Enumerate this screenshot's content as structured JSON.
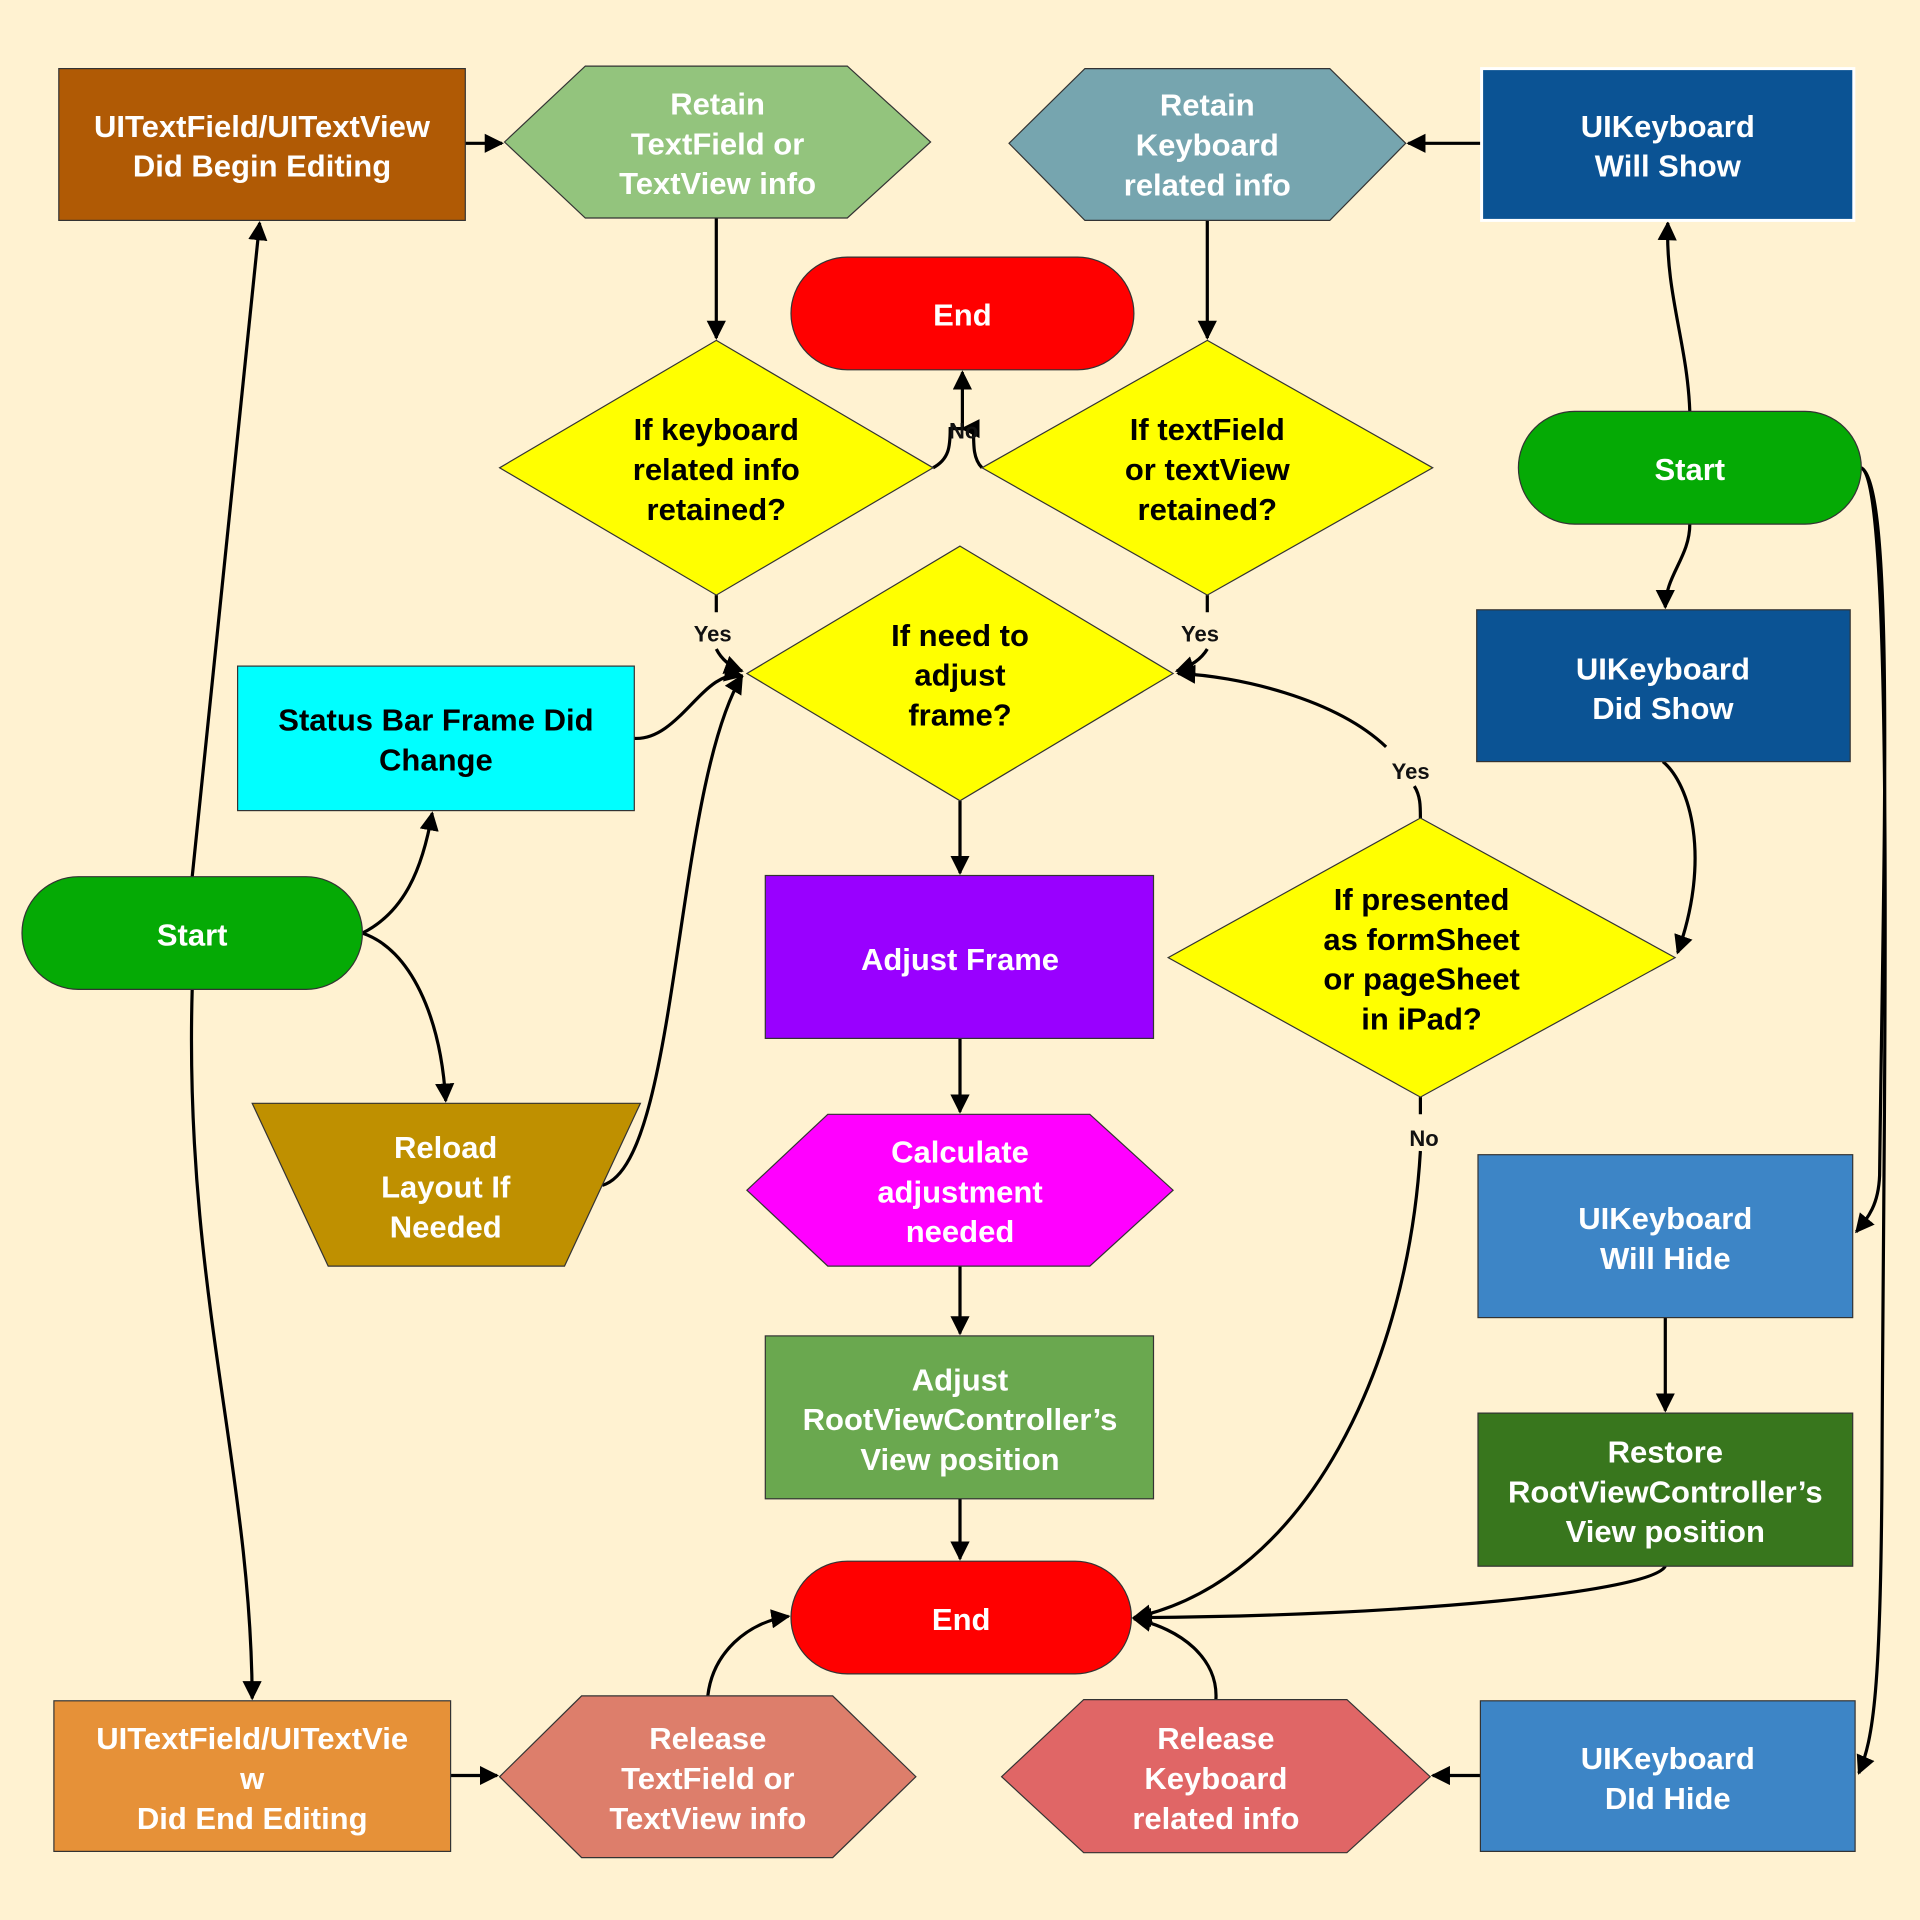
{
  "colors": {
    "background": "#fff2d1",
    "start": "#05aa05",
    "end": "#ff0000",
    "decision": "#ffff00",
    "edge": "#000000"
  },
  "nodes": {
    "did_begin_editing": {
      "lines": [
        "UITextField/UITextView",
        "Did Begin Editing"
      ],
      "fill": "#b05a05",
      "text_color": "#ffffff"
    },
    "retain_textfield": {
      "lines": [
        "Retain",
        "TextField or",
        "TextView info"
      ],
      "fill": "#93c47d",
      "text_color": "#ffffff"
    },
    "retain_keyboard": {
      "lines": [
        "Retain",
        "Keyboard",
        "related info"
      ],
      "fill": "#76a5af",
      "text_color": "#ffffff"
    },
    "keyboard_will_show": {
      "lines": [
        "UIKeyboard",
        "Will Show"
      ],
      "fill": "#0b5394",
      "text_color": "#ffffff"
    },
    "end_top": {
      "lines": [
        "End"
      ],
      "fill": "#ff0000",
      "text_color": "#ffffff"
    },
    "if_keyboard_retained": {
      "lines": [
        "If keyboard",
        "related info",
        "retained?"
      ],
      "fill": "#ffff00",
      "text_color": "#000000"
    },
    "if_textfield_retained": {
      "lines": [
        "If textField",
        "or textView",
        "retained?"
      ],
      "fill": "#ffff00",
      "text_color": "#000000"
    },
    "start_right": {
      "lines": [
        "Start"
      ],
      "fill": "#05aa05",
      "text_color": "#ffffff"
    },
    "if_need_adjust": {
      "lines": [
        "If need to",
        "adjust",
        "frame?"
      ],
      "fill": "#ffff00",
      "text_color": "#000000"
    },
    "status_bar_changed": {
      "lines": [
        "Status Bar Frame Did",
        "Change"
      ],
      "fill": "#00ffff",
      "text_color": "#000000"
    },
    "keyboard_did_show": {
      "lines": [
        "UIKeyboard",
        "Did Show"
      ],
      "fill": "#0b5394",
      "text_color": "#ffffff"
    },
    "start_left": {
      "lines": [
        "Start"
      ],
      "fill": "#05aa05",
      "text_color": "#ffffff"
    },
    "adjust_frame": {
      "lines": [
        "Adjust Frame"
      ],
      "fill": "#9900ff",
      "text_color": "#ffffff"
    },
    "if_presented_sheet": {
      "lines": [
        "If presented",
        "as formSheet",
        "or pageSheet",
        "in iPad?"
      ],
      "fill": "#ffff00",
      "text_color": "#000000"
    },
    "reload_layout": {
      "lines": [
        "Reload",
        "Layout If",
        "Needed"
      ],
      "fill": "#bf9000",
      "text_color": "#ffffff"
    },
    "calculate_adjustment": {
      "lines": [
        "Calculate",
        "adjustment",
        "needed"
      ],
      "fill": "#ff00ff",
      "text_color": "#ffffff"
    },
    "keyboard_will_hide": {
      "lines": [
        "UIKeyboard",
        "Will Hide"
      ],
      "fill": "#3d85c6",
      "text_color": "#ffffff"
    },
    "adjust_root_view": {
      "lines": [
        "Adjust",
        "RootViewController’s",
        "View position"
      ],
      "fill": "#6aa84f",
      "text_color": "#ffffff"
    },
    "restore_root_view": {
      "lines": [
        "Restore",
        "RootViewController’s",
        "View position"
      ],
      "fill": "#38761d",
      "text_color": "#ffffff"
    },
    "end_bottom": {
      "lines": [
        "End"
      ],
      "fill": "#ff0000",
      "text_color": "#ffffff"
    },
    "did_end_editing": {
      "lines": [
        "UITextField/UITextVie",
        "w",
        "Did End Editing"
      ],
      "fill": "#e69138",
      "text_color": "#ffffff"
    },
    "release_textfield": {
      "lines": [
        "Release",
        "TextField or",
        "TextView info"
      ],
      "fill": "#dd7e6b",
      "text_color": "#ffffff"
    },
    "release_keyboard": {
      "lines": [
        "Release",
        "Keyboard",
        "related info"
      ],
      "fill": "#e06666",
      "text_color": "#ffffff"
    },
    "keyboard_did_hide": {
      "lines": [
        "UIKeyboard",
        "DId Hide"
      ],
      "fill": "#3d85c6",
      "text_color": "#ffffff"
    }
  },
  "edge_labels": {
    "no_top": "No",
    "yes_left": "Yes",
    "yes_right": "Yes",
    "yes_sheet": "Yes",
    "no_sheet": "No"
  }
}
